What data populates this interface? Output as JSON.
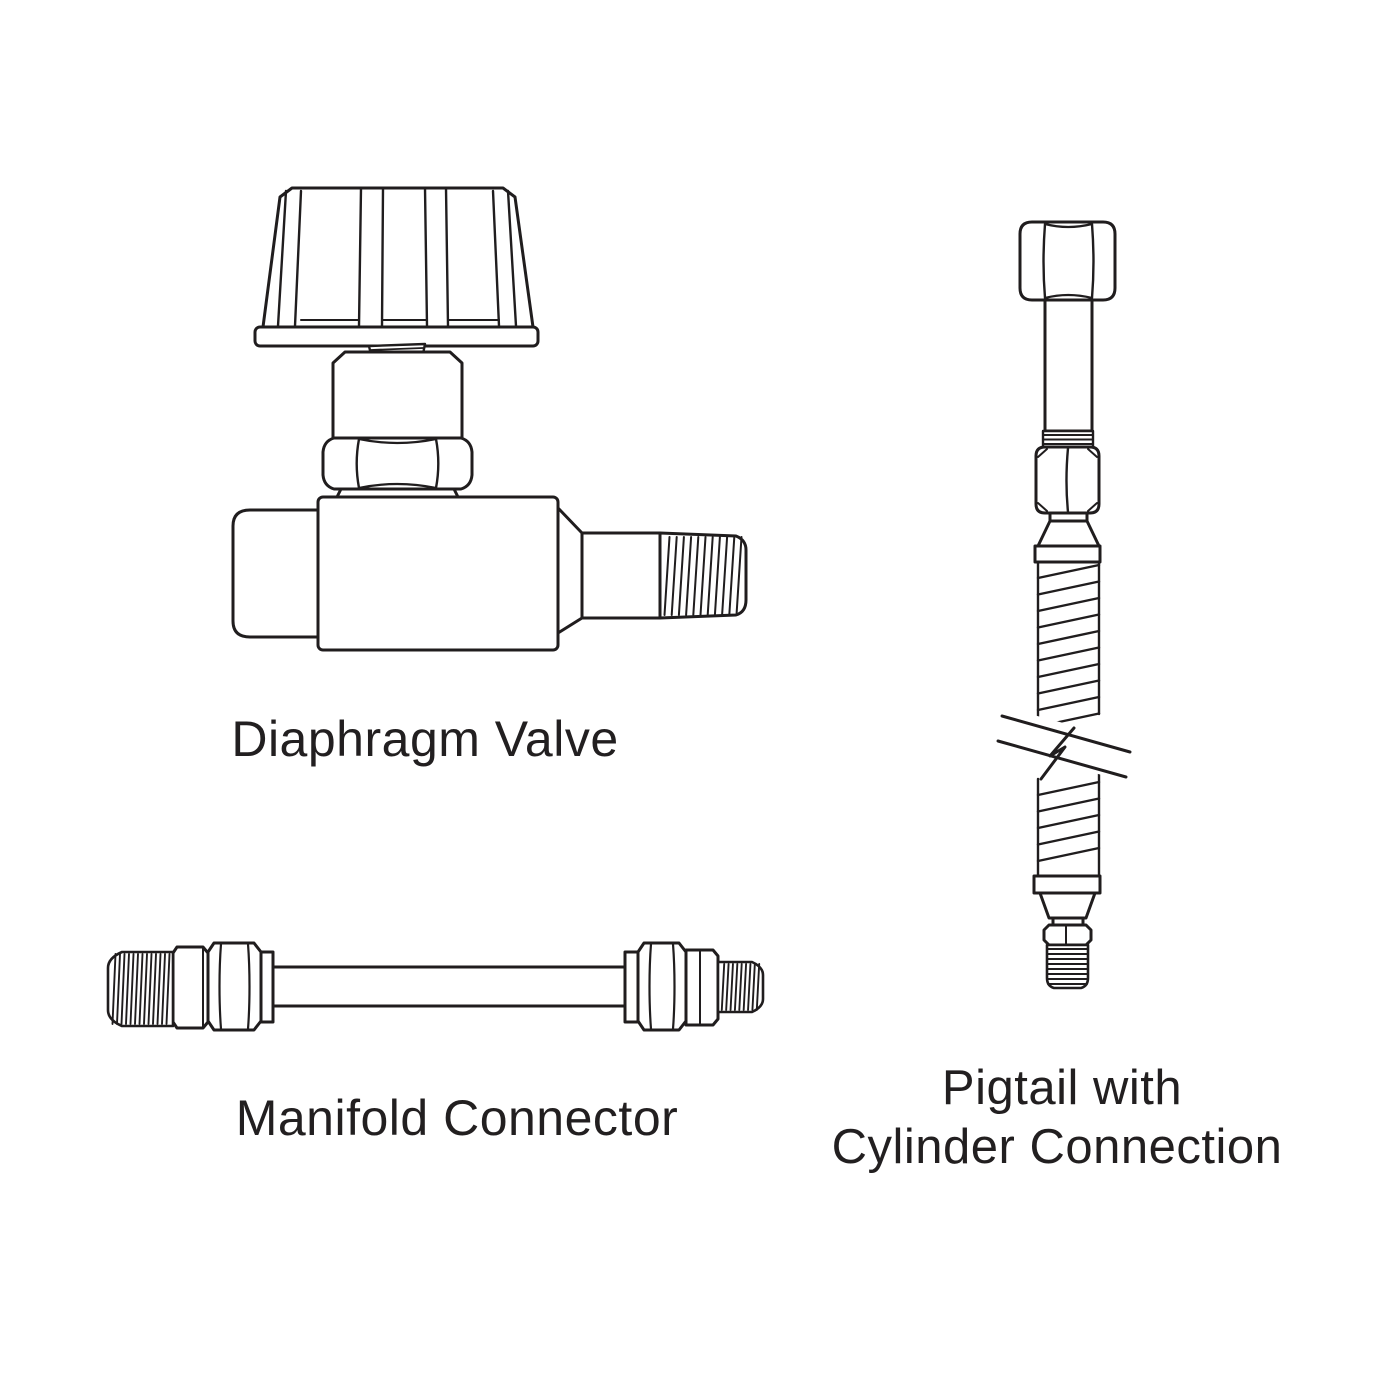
{
  "colors": {
    "background": "#ffffff",
    "line": "#201d1e",
    "text": "#221f20"
  },
  "figures": [
    {
      "id": "diaphragm-valve",
      "caption": "Diaphragm Valve"
    },
    {
      "id": "manifold-connector",
      "caption": "Manifold Connector"
    },
    {
      "id": "pigtail-with-cylinder-connection",
      "caption_lines": [
        "Pigtail with",
        "Cylinder Connection"
      ]
    }
  ]
}
